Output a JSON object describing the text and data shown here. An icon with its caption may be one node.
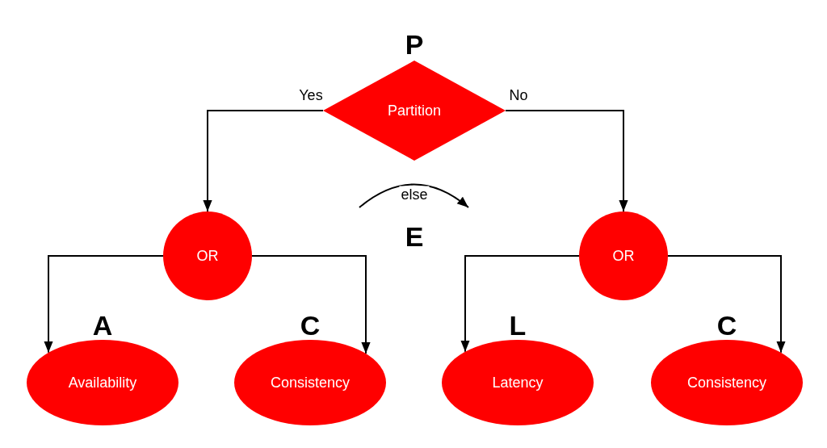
{
  "diagram": {
    "nodes": [
      {
        "text": [
          "Partition"
        ],
        "beside": [
          "P"
        ]
      },
      {
        "text": [
          "OR"
        ]
      },
      {
        "text": [
          "OR"
        ]
      },
      {
        "text": [
          "Availability"
        ],
        "beside": [
          "A"
        ]
      },
      {
        "text": [
          "Consistency"
        ],
        "beside": [
          "C"
        ]
      },
      {
        "text": [
          "Latency"
        ],
        "beside": [
          "L"
        ]
      },
      {
        "text": [
          "Consistency"
        ],
        "beside": [
          "C"
        ]
      }
    ],
    "edges": [
      {
        "from": 0,
        "to": 1,
        "arrow": "to",
        "label": "Yes"
      },
      {
        "from": 0,
        "to": 2,
        "arrow": "to",
        "label": "No"
      },
      {
        "from": 1,
        "to": 3,
        "arrow": "to"
      },
      {
        "from": 1,
        "to": 4,
        "arrow": "to"
      },
      {
        "from": 2,
        "to": 5,
        "arrow": "to"
      },
      {
        "from": 2,
        "to": 6,
        "arrow": "to"
      }
    ],
    "labels": [
      "else",
      "E"
    ]
  }
}
